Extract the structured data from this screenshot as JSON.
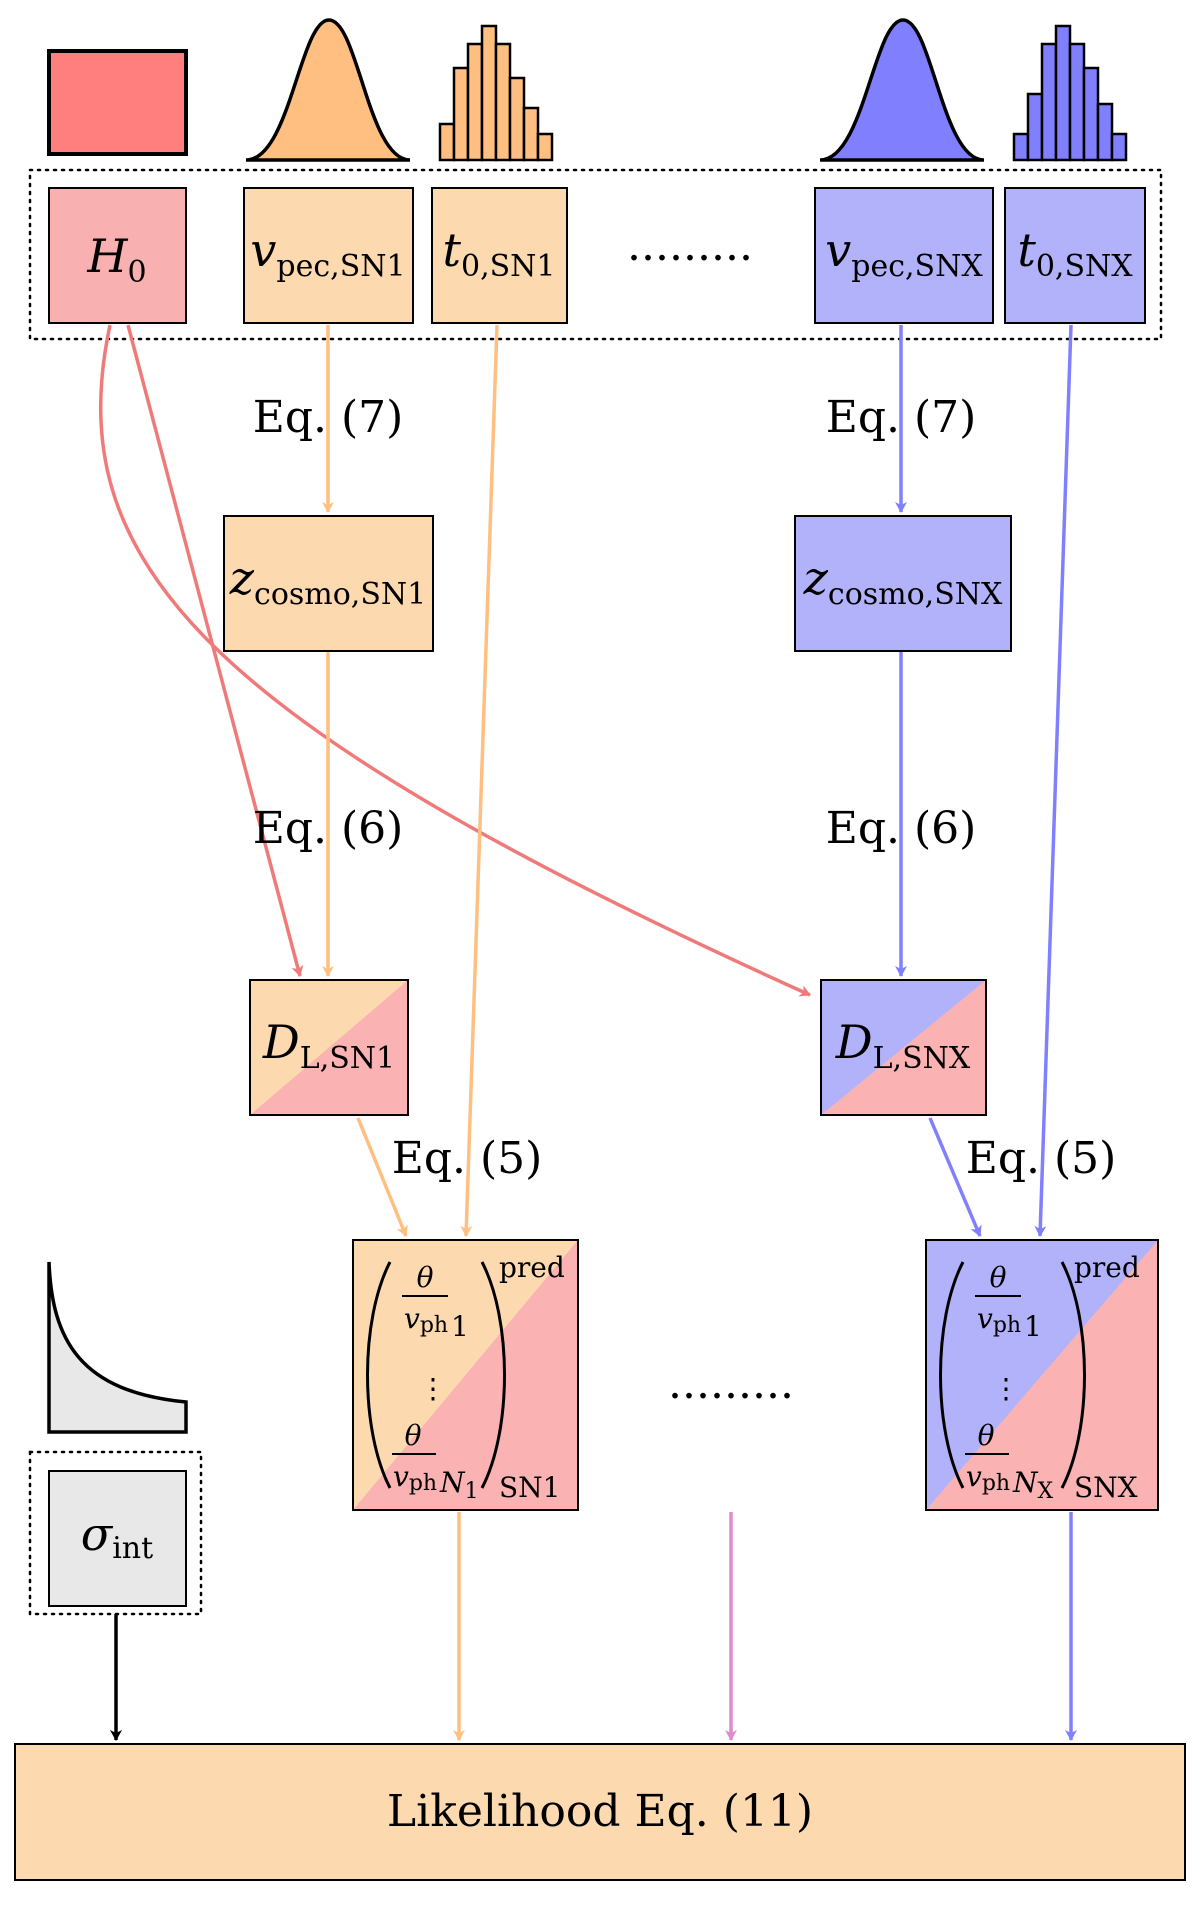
{
  "colors": {
    "h0_fill": "#f9b0b0",
    "h0_prior": "#ff7f7f",
    "sn1_fill": "#fdd9b0",
    "sn1_prior": "#ffbf80",
    "snx_fill": "#b2b2fb",
    "snx_prior": "#8080ff",
    "pink_fill": "#fbb2b2",
    "sigma_fill": "#e8e8e8",
    "h0_arrow": "#f07a7a",
    "sn1_arrow": "#ffbf80",
    "snx_arrow": "#8080ff",
    "mid_arrow": "#e08ad0",
    "likelihood_fill": "#fdd9b0"
  },
  "icons": {
    "h0_prior": "uniform-prior-icon",
    "vpec_sn1_prior": "gaussian-prior-icon",
    "t0_sn1_prior": "histogram-prior-icon",
    "vpec_snx_prior": "gaussian-prior-icon",
    "t0_snx_prior": "histogram-prior-icon",
    "sigma_prior": "decaying-prior-icon"
  },
  "nodes": {
    "h0": {
      "base": "H",
      "sub": "0"
    },
    "vpec_sn1": {
      "base": "v",
      "sub": "pec,SN1"
    },
    "t0_sn1": {
      "base": "t",
      "sub": "0,SN1"
    },
    "ellipsis_params": ".........",
    "vpec_snx": {
      "base": "v",
      "sub": "pec,SNX"
    },
    "t0_snx": {
      "base": "t",
      "sub": "0,SNX"
    },
    "zcosmo_sn1": {
      "base": "z",
      "sub": "cosmo,SN1"
    },
    "zcosmo_snx": {
      "base": "z",
      "sub": "cosmo,SNX"
    },
    "dl_sn1": {
      "base": "D",
      "sub": "L,SN1"
    },
    "dl_snx": {
      "base": "D",
      "sub": "L,SNX"
    },
    "sigma_int": {
      "base": "σ",
      "sub": "int"
    },
    "pred_sn1": {
      "numerator": "θ",
      "denominator_base": "v",
      "denominator_sub": "ph",
      "index_first": "1",
      "vdots": "⋮",
      "index_last_base": "N",
      "index_last_sub": "1",
      "superscript": "pred",
      "subscript": "SN1"
    },
    "pred_snx": {
      "numerator": "θ",
      "denominator_base": "v",
      "denominator_sub": "ph",
      "index_first": "1",
      "vdots": "⋮",
      "index_last_base": "N",
      "index_last_sub": "X",
      "superscript": "pred",
      "subscript": "SNX"
    },
    "ellipsis_pred": "........."
  },
  "edge_labels": {
    "eq7_sn1": "Eq. (7)",
    "eq7_snx": "Eq. (7)",
    "eq6_sn1": "Eq. (6)",
    "eq6_snx": "Eq. (6)",
    "eq5_sn1": "Eq. (5)",
    "eq5_snx": "Eq. (5)"
  },
  "likelihood": {
    "label": "Likelihood Eq. (11)"
  }
}
